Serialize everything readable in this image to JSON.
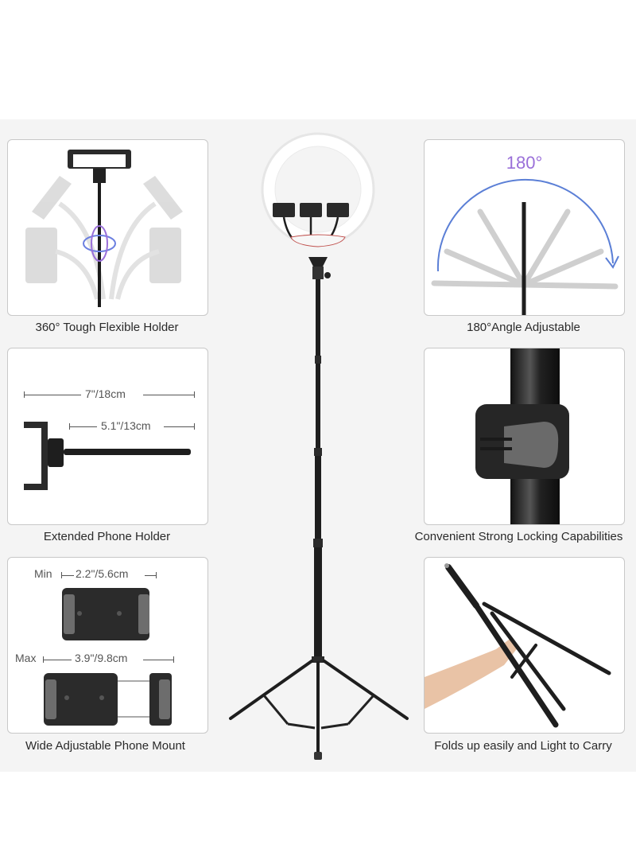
{
  "product": {
    "name": "Ring light with tripod stand and three phone holders",
    "colors": {
      "panel_bg": "#f4f4f4",
      "card_bg": "#ffffff",
      "card_border": "#c8c8c8",
      "metal": "#1e1e1e",
      "arc_blue": "#5b7fd6",
      "arc_purple": "#9a6fd9"
    }
  },
  "features": [
    {
      "id": "flexible-holder",
      "caption": "360° Tough Flexible Holder"
    },
    {
      "id": "angle",
      "caption": "180°Angle Adjustable",
      "angle_label": "180°"
    },
    {
      "id": "extended-holder",
      "caption": "Extended Phone Holder",
      "dimensions": {
        "total": "7\"/18cm",
        "arm": "5.1\"/13cm"
      }
    },
    {
      "id": "locking",
      "caption": "Convenient Strong Locking Capabilities"
    },
    {
      "id": "phone-mount",
      "caption": "Wide Adjustable Phone Mount",
      "dimensions": {
        "min_label": "Min",
        "min": "2.2\"/5.6cm",
        "max_label": "Max",
        "max": "3.9\"/9.8cm"
      }
    },
    {
      "id": "foldable",
      "caption": "Folds up easily and Light to Carry"
    }
  ]
}
